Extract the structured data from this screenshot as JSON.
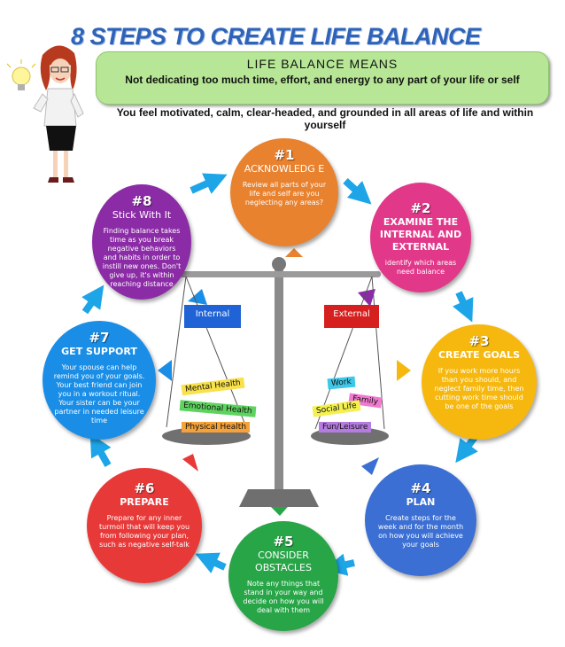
{
  "title": "8 STEPS TO CREATE LIFE BALANCE",
  "meaning": {
    "title": "LIFE BALANCE MEANS",
    "text": "Not dedicating too much time, effort, and energy to any part of your life or self"
  },
  "feel": "You feel motivated, calm, clear-headed, and grounded in all areas of life and within yourself",
  "colors": {
    "step1": "#e8822f",
    "step2": "#e2388a",
    "step3": "#f6b80f",
    "step4": "#3b6fd3",
    "step5": "#27a547",
    "step6": "#e83939",
    "step7": "#1a8ee6",
    "step8": "#8b2ca6",
    "arrow": "#1ea5e8",
    "title": "#2e63b8"
  },
  "steps": [
    {
      "num": "#1",
      "name": "ACKNOWLEDG E",
      "desc": "Review all parts of your life and self are you neglecting any areas?"
    },
    {
      "num": "#2",
      "name": "EXAMINE THE INTERNAL AND EXTERNAL",
      "desc": "identify which areas need balance"
    },
    {
      "num": "#3",
      "name": "CREATE GOALS",
      "desc": "If you work more hours than you should, and neglect family time, then cutting work time should be one of the goals"
    },
    {
      "num": "#4",
      "name": "PLAN",
      "desc": "Create steps for the week and for the month on how you will achieve your goals"
    },
    {
      "num": "#5",
      "name": "CONSIDER OBSTACLES",
      "desc": "Note any things that stand in your way and decide on how you will deal with them"
    },
    {
      "num": "#6",
      "name": "PREPARE",
      "desc": "Prepare for any inner turmoil that will keep you from following your plan, such as negative self-talk"
    },
    {
      "num": "#7",
      "name": "GET SUPPORT",
      "desc": "Your spouse can help remind you of your goals. Your best friend can join you in a workout ritual. Your sister can be your partner in needed leisure time"
    },
    {
      "num": "#8",
      "name": "Stick With It",
      "desc": "Finding balance takes time as you break negative behaviors and habits in order to instill new ones. Don't give up, it's within reaching distance"
    }
  ],
  "scale": {
    "internal_label": "Internal",
    "external_label": "External",
    "internal_items": [
      "Mental Health",
      "Emotional Health",
      "Physical Health"
    ],
    "external_items": [
      "Work",
      "Family",
      "Social Life",
      "Fun/Leisure"
    ]
  },
  "icons": [
    "lightbulb-icon",
    "woman-illustration",
    "balance-scale-icon"
  ]
}
